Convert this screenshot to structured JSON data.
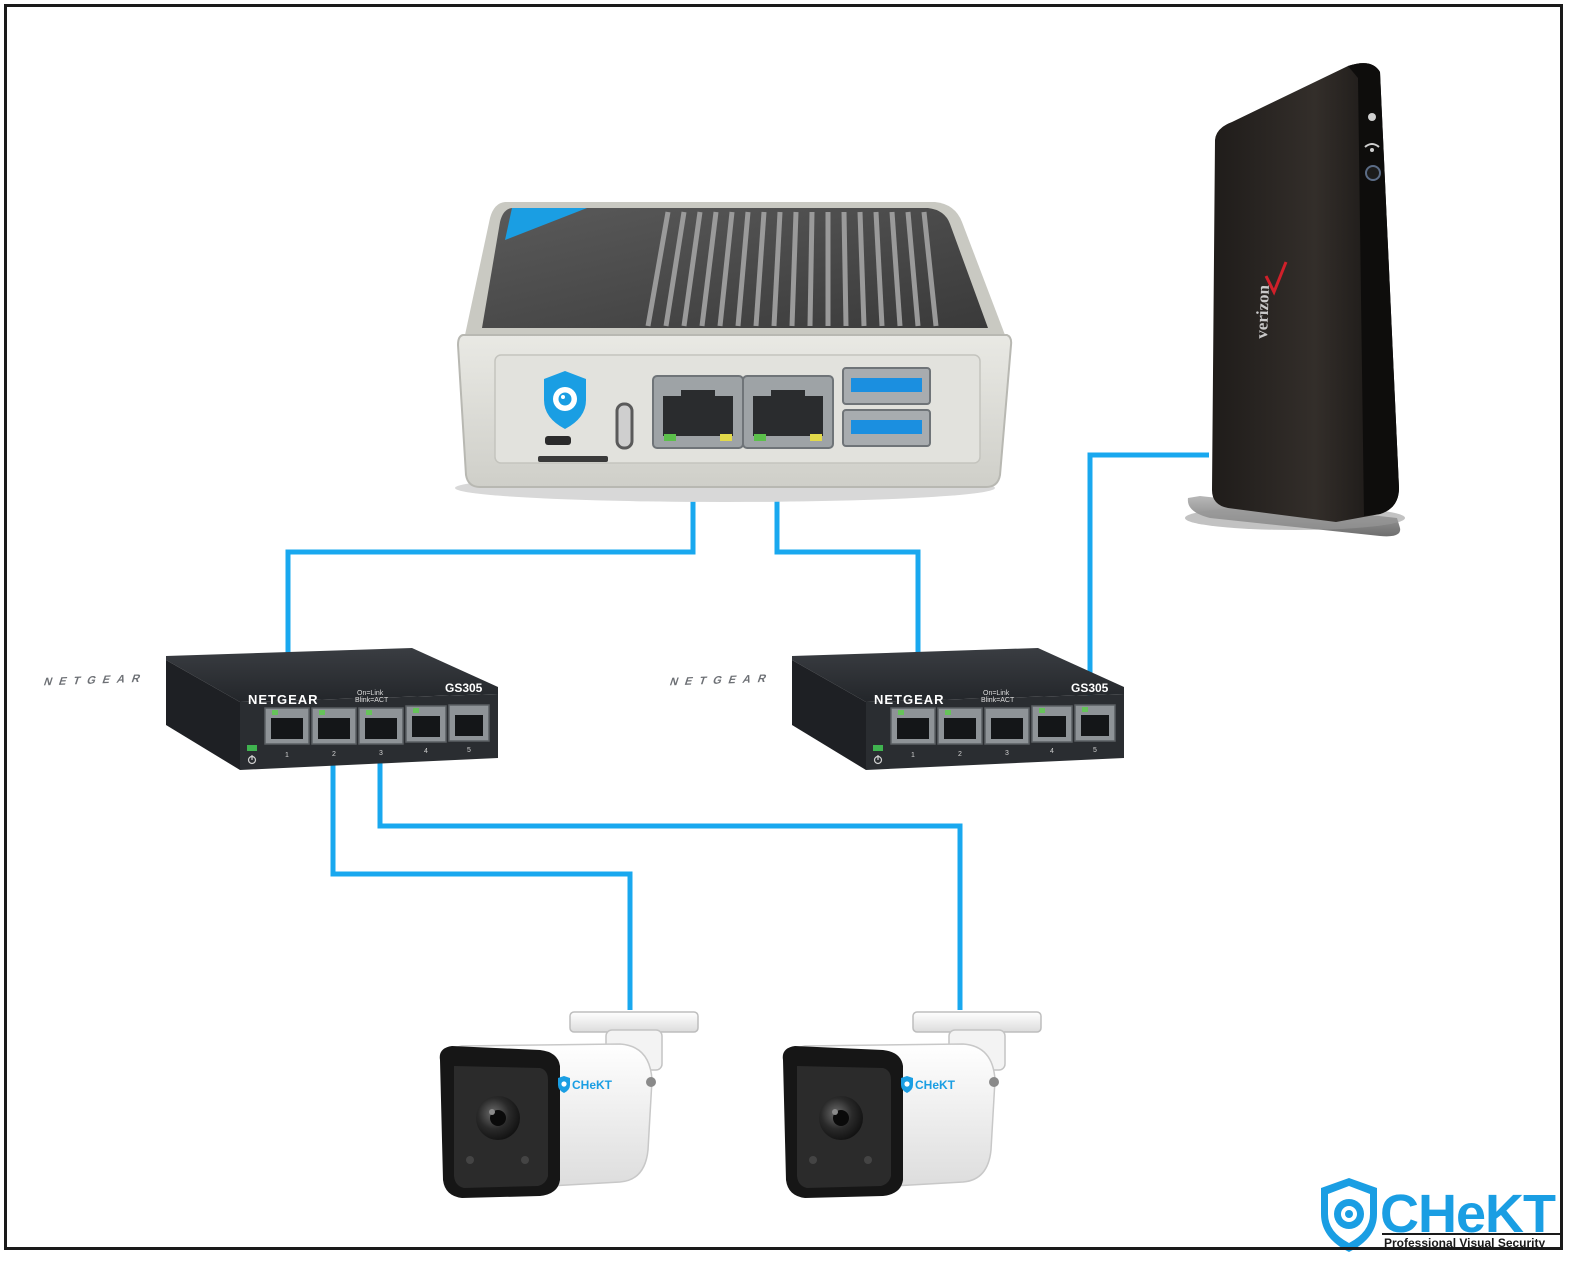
{
  "switch_left": {
    "brand": "NETGEAR",
    "model": "GS305",
    "top_brand": "NETGEAR",
    "led_legend_1": "On=Link",
    "led_legend_2": "Blink=ACT",
    "ports": [
      "1",
      "2",
      "3",
      "4",
      "5"
    ]
  },
  "switch_right": {
    "brand": "NETGEAR",
    "model": "GS305",
    "top_brand": "NETGEAR",
    "led_legend_1": "On=Link",
    "led_legend_2": "Blink=ACT",
    "ports": [
      "1",
      "2",
      "3",
      "4",
      "5"
    ]
  },
  "router": {
    "brand": "verizon"
  },
  "camera_left": {
    "brand": "CHeKT"
  },
  "camera_right": {
    "brand": "CHeKT"
  },
  "logo": {
    "wordmark": "CHeKT",
    "tagline": "Professional Visual Security"
  },
  "colors": {
    "cable": "#19a8ef",
    "brand_blue": "#1a9ee3",
    "switch_body": "#2a2d31",
    "router_body": "#2b2724"
  },
  "icons": {
    "bridge_logo": "shield-eye-icon",
    "logo_mark": "shield-eye-icon",
    "power": "power-icon"
  }
}
